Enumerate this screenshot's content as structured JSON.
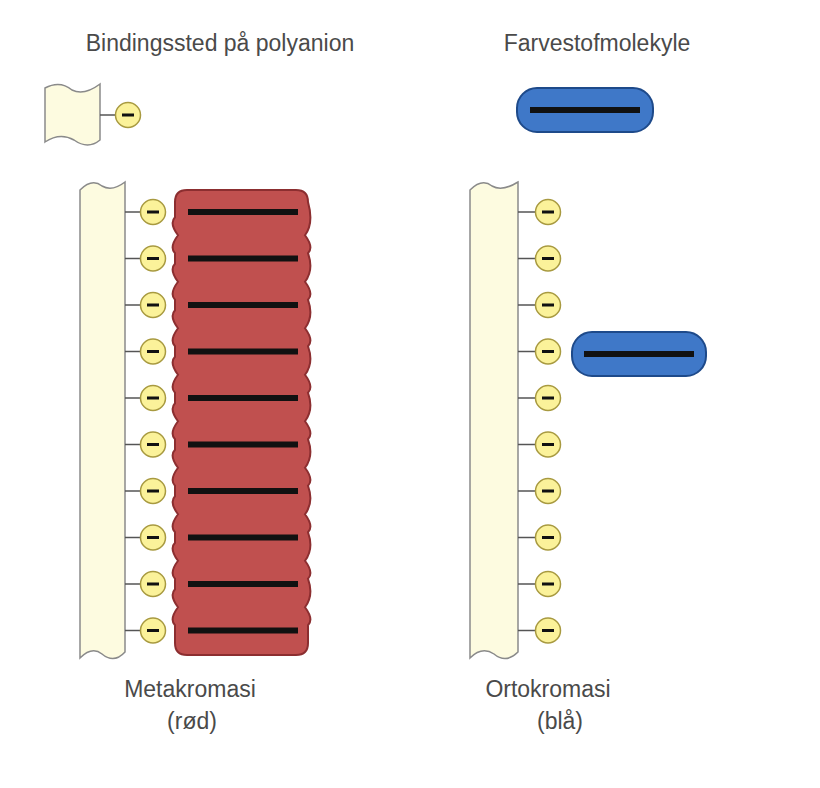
{
  "diagram": {
    "labels": [
      "Bindingssted på polyanion",
      "Farvestofmolekyle",
      "Metakromasi",
      "(rød)",
      "Ortokromasi",
      "(blå)"
    ]
  }
}
